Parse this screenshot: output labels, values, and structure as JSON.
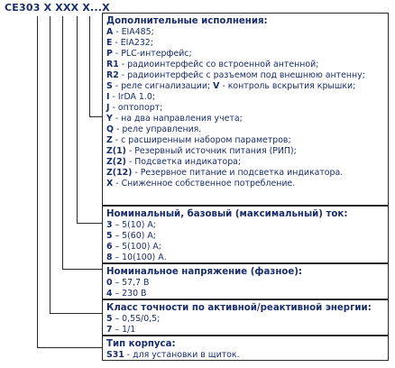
{
  "title": "CE303 X XXX X...X",
  "sections": [
    {
      "heading": "Дополнительные исполнения:",
      "items": [
        {
          "code": "A",
          "text": " - EIA485;"
        },
        {
          "code": "E",
          "text": " - EIA232;"
        },
        {
          "code": "P",
          "text": " - PLC-интерфейс;"
        },
        {
          "code": "R1",
          "text": " - радиоинтерфейс со встроенной антенной;"
        },
        {
          "code": "R2",
          "text": " - радиоинтерфейс с разъемом под внешнюю антенну;"
        },
        {
          "code": "S",
          "text": " - реле сигнализации; ",
          "code2": "V",
          "text2": " - контроль вскрытия крышки;"
        },
        {
          "code": "I",
          "text": " - IrDA 1.0;"
        },
        {
          "code": "J",
          "text": " - оптопорт;"
        },
        {
          "code": "Y",
          "text": " - на два направления учета;"
        },
        {
          "code": "Q",
          "text": " - реле управления."
        },
        {
          "code": "Z",
          "text": " - с расширенным набором параметров;"
        },
        {
          "code": "Z(1)",
          "text": " - Резервный источник питания (РИП);"
        },
        {
          "code": "Z(2)",
          "text": " - Подсветка индикатора;"
        },
        {
          "code": "Z(12)",
          "text": " - Резервное питание и подсветка индикатора."
        },
        {
          "code": "X",
          "text": " - Сниженное собственное потребление."
        }
      ]
    },
    {
      "heading": "Номинальный, базовый (максимальный) ток:",
      "items": [
        {
          "code": "3",
          "text": " – 5(10) А;"
        },
        {
          "code": "5",
          "text": " – 5(60) А;"
        },
        {
          "code": "6",
          "text": " – 5(100) А;"
        },
        {
          "code": "8",
          "text": " – 10(100) А."
        }
      ]
    },
    {
      "heading": "Номинальное напряжение (фазное):",
      "items": [
        {
          "code": "0",
          "text": " – 57,7 В"
        },
        {
          "code": "4",
          "text": " – 230 В"
        }
      ]
    },
    {
      "heading": "Класс точности по активной/реактивной энергии:",
      "items": [
        {
          "code": "5",
          "text": " – 0,5S/0,5;"
        },
        {
          "code": "7",
          "text": " – 1/1"
        }
      ]
    },
    {
      "heading": "Тип корпуса:",
      "items": [
        {
          "code": "S31",
          "text": " - для установки в щиток."
        }
      ]
    }
  ]
}
